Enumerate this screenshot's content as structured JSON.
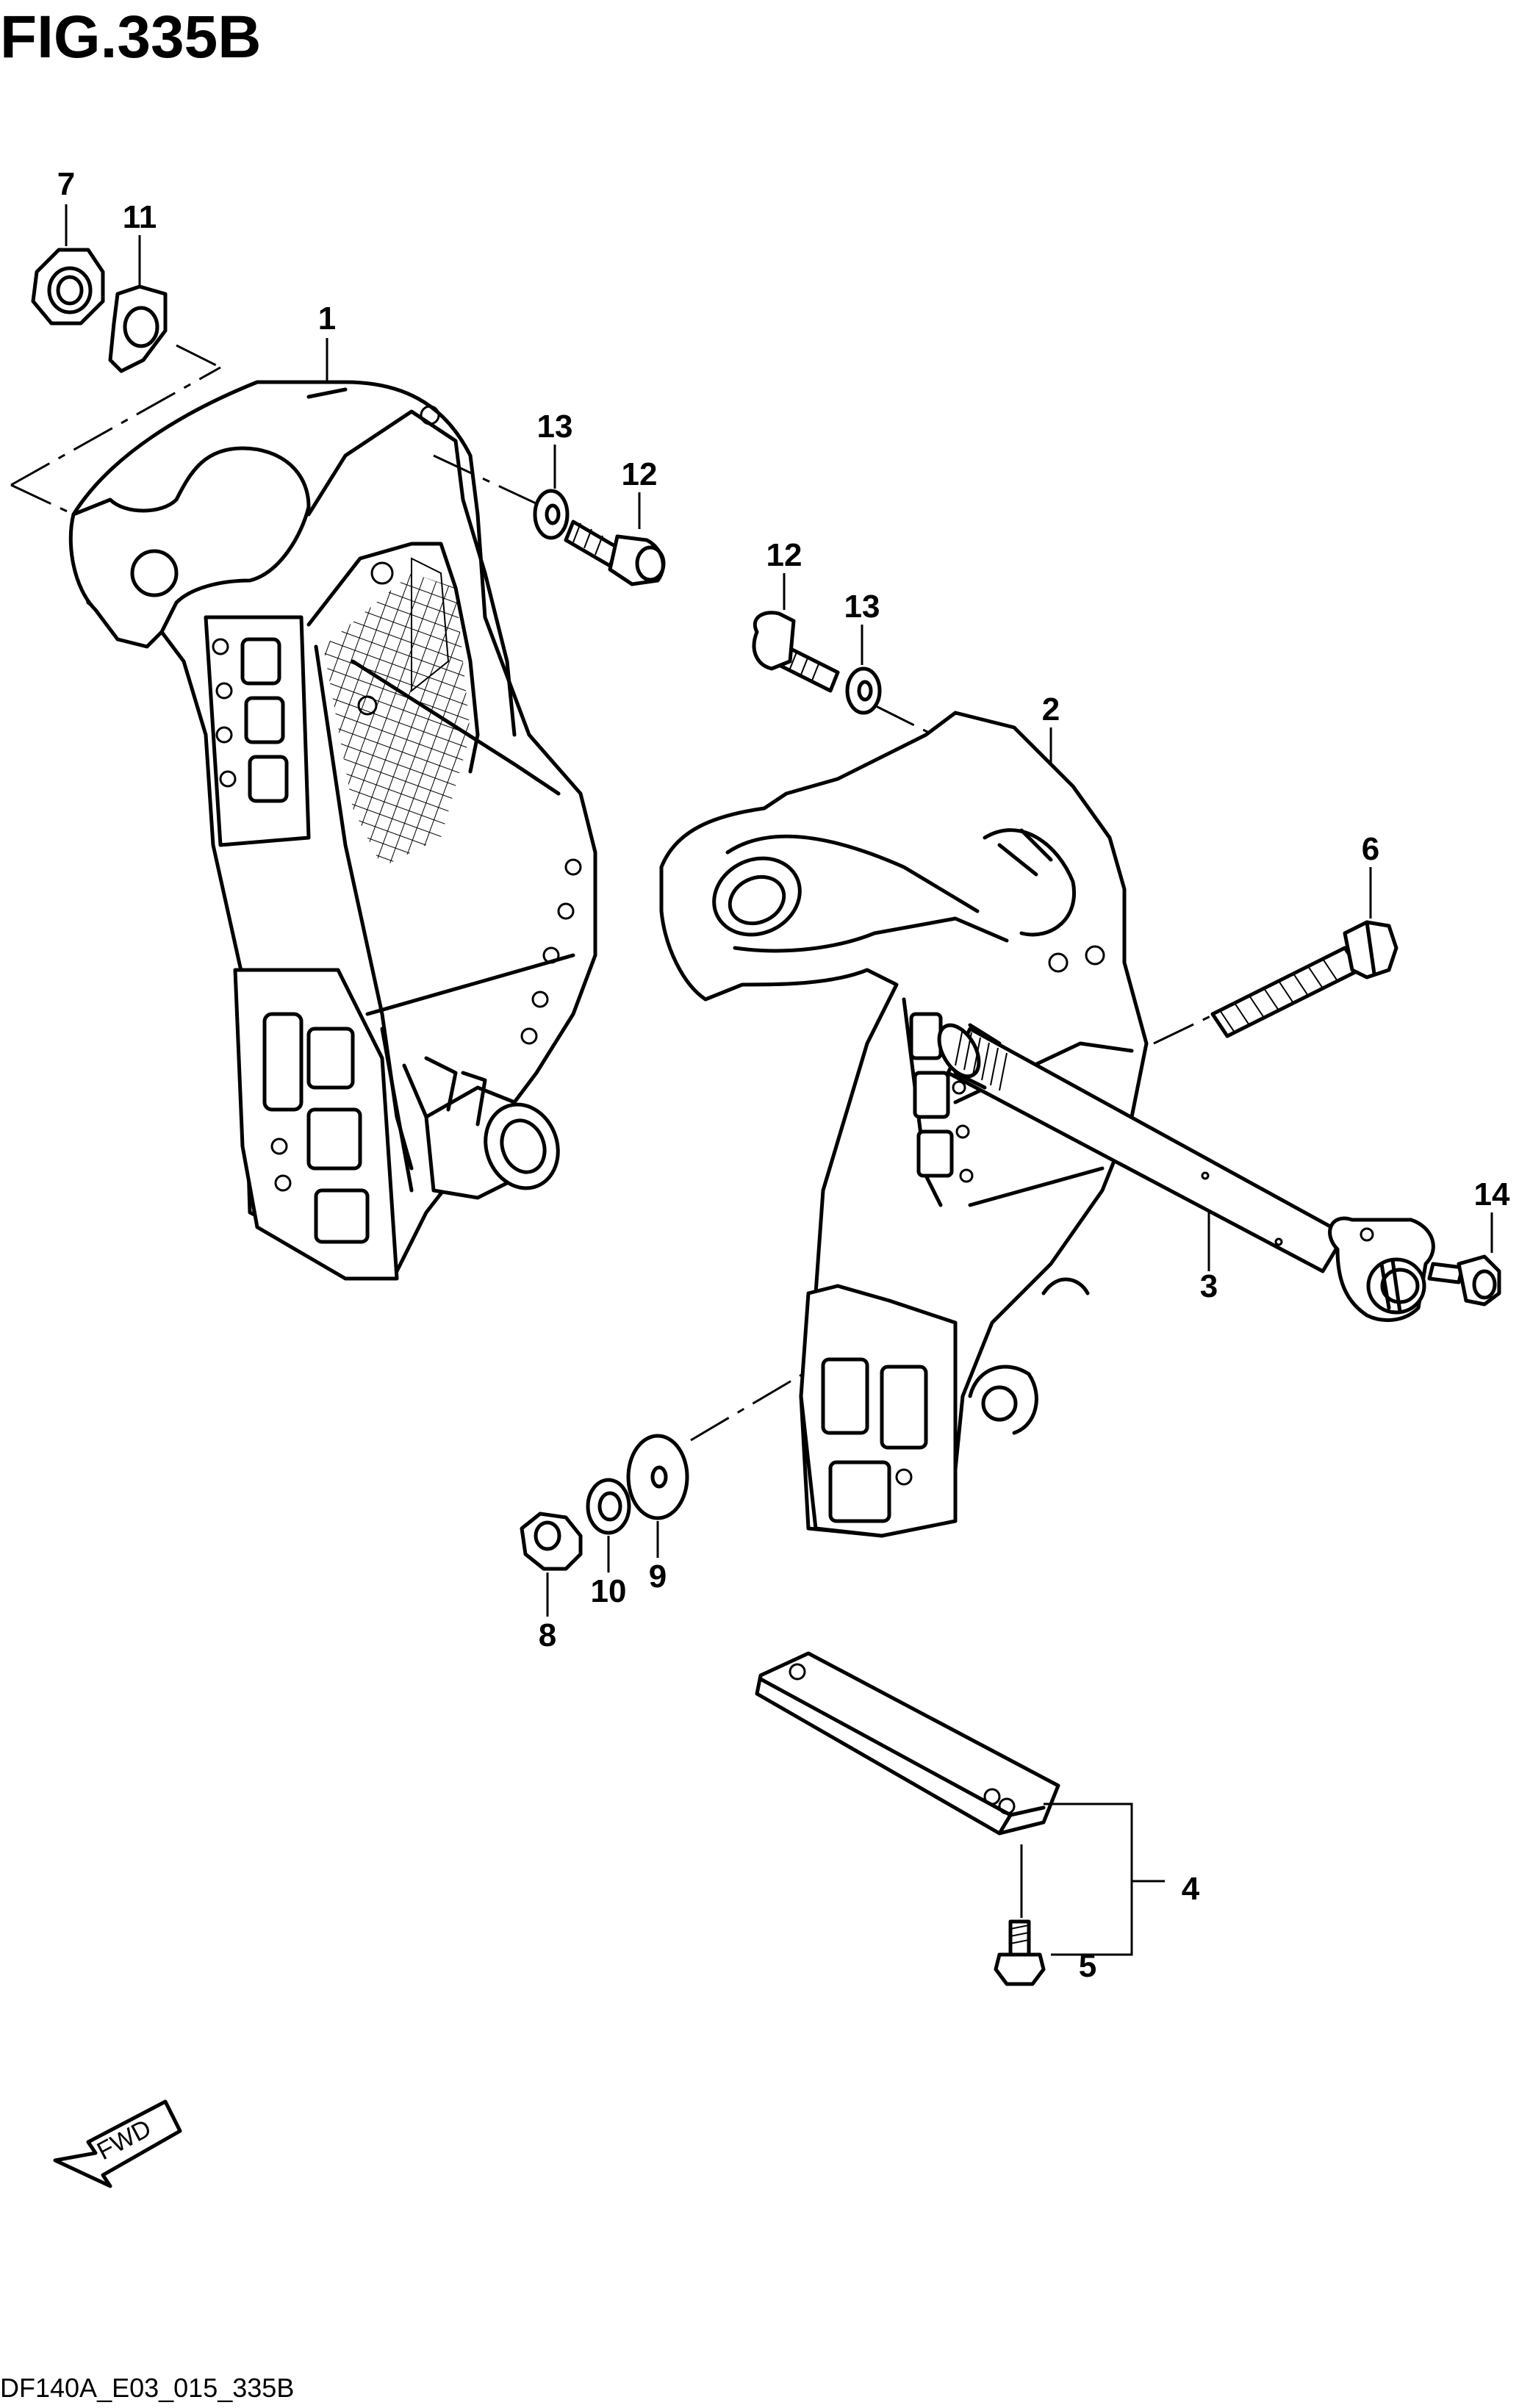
{
  "figure": {
    "title": "FIG.335B",
    "drawing_code": "DF140A_E03_015_335B",
    "fwd_label": "FWD"
  },
  "callouts": [
    "1",
    "2",
    "3",
    "4",
    "5",
    "6",
    "7",
    "8",
    "9",
    "10",
    "11",
    "12",
    "12",
    "13",
    "13",
    "14"
  ]
}
